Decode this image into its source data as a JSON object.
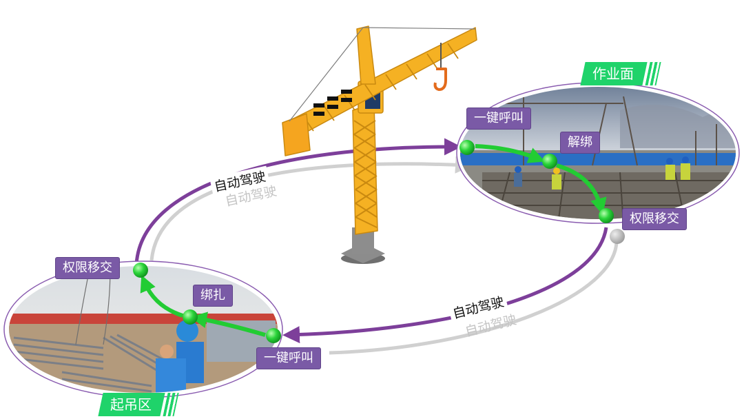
{
  "colors": {
    "path_purple": "#7d3f9a",
    "path_ghost": "#d0d0d0",
    "node_green": "#22cc33",
    "tag_purple": "#7a5aa6",
    "zone_green": "#1fd36a",
    "crane_yellow": "#f5b123"
  },
  "zones": {
    "work_face": "作业面",
    "lifting_area": "起吊区"
  },
  "steps": {
    "work_call": "一键呼叫",
    "work_unbind": "解绑",
    "work_transfer": "权限移交",
    "lift_call": "一键呼叫",
    "lift_bind": "绑扎",
    "lift_transfer": "权限移交"
  },
  "paths": {
    "auto_top": "自动驾驶",
    "auto_top_ghost": "自动驾驶",
    "auto_bottom": "自动驾驶",
    "auto_bottom_ghost": "自动驾驶"
  },
  "images": {
    "crane": "tower-crane",
    "work_photo": "construction-work-face-photo",
    "lift_photo": "rebar-lifting-area-photo"
  }
}
